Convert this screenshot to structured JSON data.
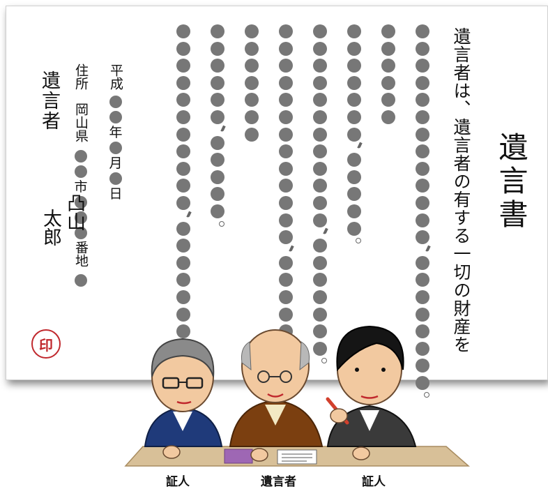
{
  "document": {
    "title": "遺言書",
    "first_line": "遺言者は、遺言者の有する一切の財産を",
    "date": {
      "era": "平成",
      "year_label": "年",
      "month_label": "月",
      "day_label": "日"
    },
    "address": {
      "label": "住所",
      "prefecture": "岡山県",
      "city": "市",
      "block": "番地"
    },
    "testator_label": "遺言者",
    "testator_name": [
      "凸山",
      "太郎"
    ],
    "seal": "印"
  },
  "people": {
    "left_label": "証人",
    "center_label": "遺言者",
    "right_label": "証人"
  },
  "colors": {
    "seal": "#c0282d",
    "redacted_dot": "#777777",
    "desk": "#d8c098"
  }
}
